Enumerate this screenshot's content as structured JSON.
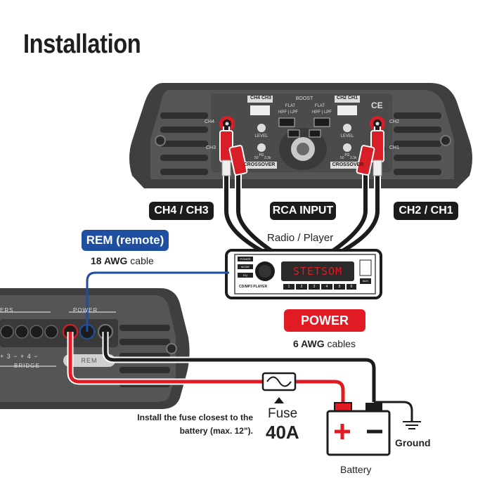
{
  "title": "Installation",
  "labels": {
    "ch4_ch3": "CH4 / CH3",
    "rca_input": "RCA INPUT",
    "ch2_ch1": "CH2 / CH1",
    "radio_player": "Radio / Player",
    "rem": "REM (remote)",
    "rem_gauge": "18 AWG",
    "rem_cable": "cable",
    "power": "POWER",
    "power_gauge": "6 AWG",
    "power_cables": "cables",
    "fuse_note_1": "Install the fuse closest to the",
    "fuse_note_2": "battery (max. 12\").",
    "fuse": "Fuse",
    "fuse_rating": "40A",
    "ground": "Ground",
    "battery": "Battery"
  },
  "amp_top": {
    "ch4_ch3_header": "CH4 CH3",
    "ch2_ch1_header": "CH2 CH1",
    "boost": "BOOST",
    "flat": "FLAT",
    "hpf_lpf": "HPF | LPF",
    "level": "LEVEL",
    "hz": "Hz",
    "crossover": "CROSSOVER",
    "freq_low": "50",
    "freq_high": "3.3k",
    "jack_left": "CH4",
    "jack_left_2": "CH3",
    "jack_right": "CH2",
    "jack_right_2": "CH1",
    "ce": "CE"
  },
  "amp_bottom": {
    "speakers": "ERS",
    "power": "POWER",
    "bridge": "BRIDGE",
    "bridge_signs": "+ 3 − + 4 −",
    "rem": "REM"
  },
  "radio": {
    "display": "STETSOM",
    "power_btn": "POWER",
    "mode_btn": "MODE",
    "eq_btn": "EQ",
    "model": "CD/MP3 PLAYER",
    "aux": "AUX",
    "presets": [
      "1",
      "2",
      "3",
      "4",
      "5",
      "6"
    ]
  },
  "colors": {
    "amp_body": "#4a4a4a",
    "amp_panel": "#5c5c5c",
    "red_wire": "#e01b24",
    "black_wire": "#1c1c1c",
    "blue_wire": "#1f4fa0",
    "rca_red": "#d81e26"
  }
}
